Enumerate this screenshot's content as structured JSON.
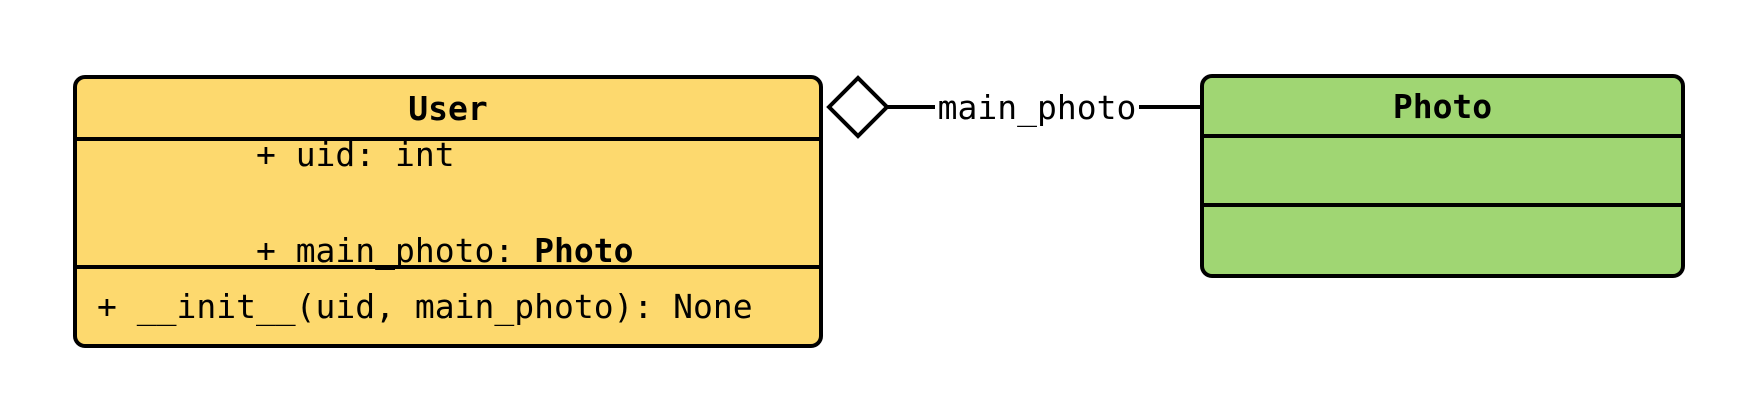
{
  "user_class": {
    "title": "User",
    "fill_color": "#FDD96E",
    "border_color": "#000000",
    "attributes": {
      "uid": "+ uid: int",
      "main_photo_prefix": "+ main_photo: ",
      "main_photo_type": "Photo"
    },
    "methods": {
      "init": "+ __init__(uid, main_photo): None"
    }
  },
  "photo_class": {
    "title": "Photo",
    "fill_color": "#A0D673",
    "border_color": "#000000"
  },
  "relation": {
    "label": "main_photo",
    "type": "aggregation",
    "line_color": "#000000",
    "diamond_fill": "#ffffff"
  }
}
